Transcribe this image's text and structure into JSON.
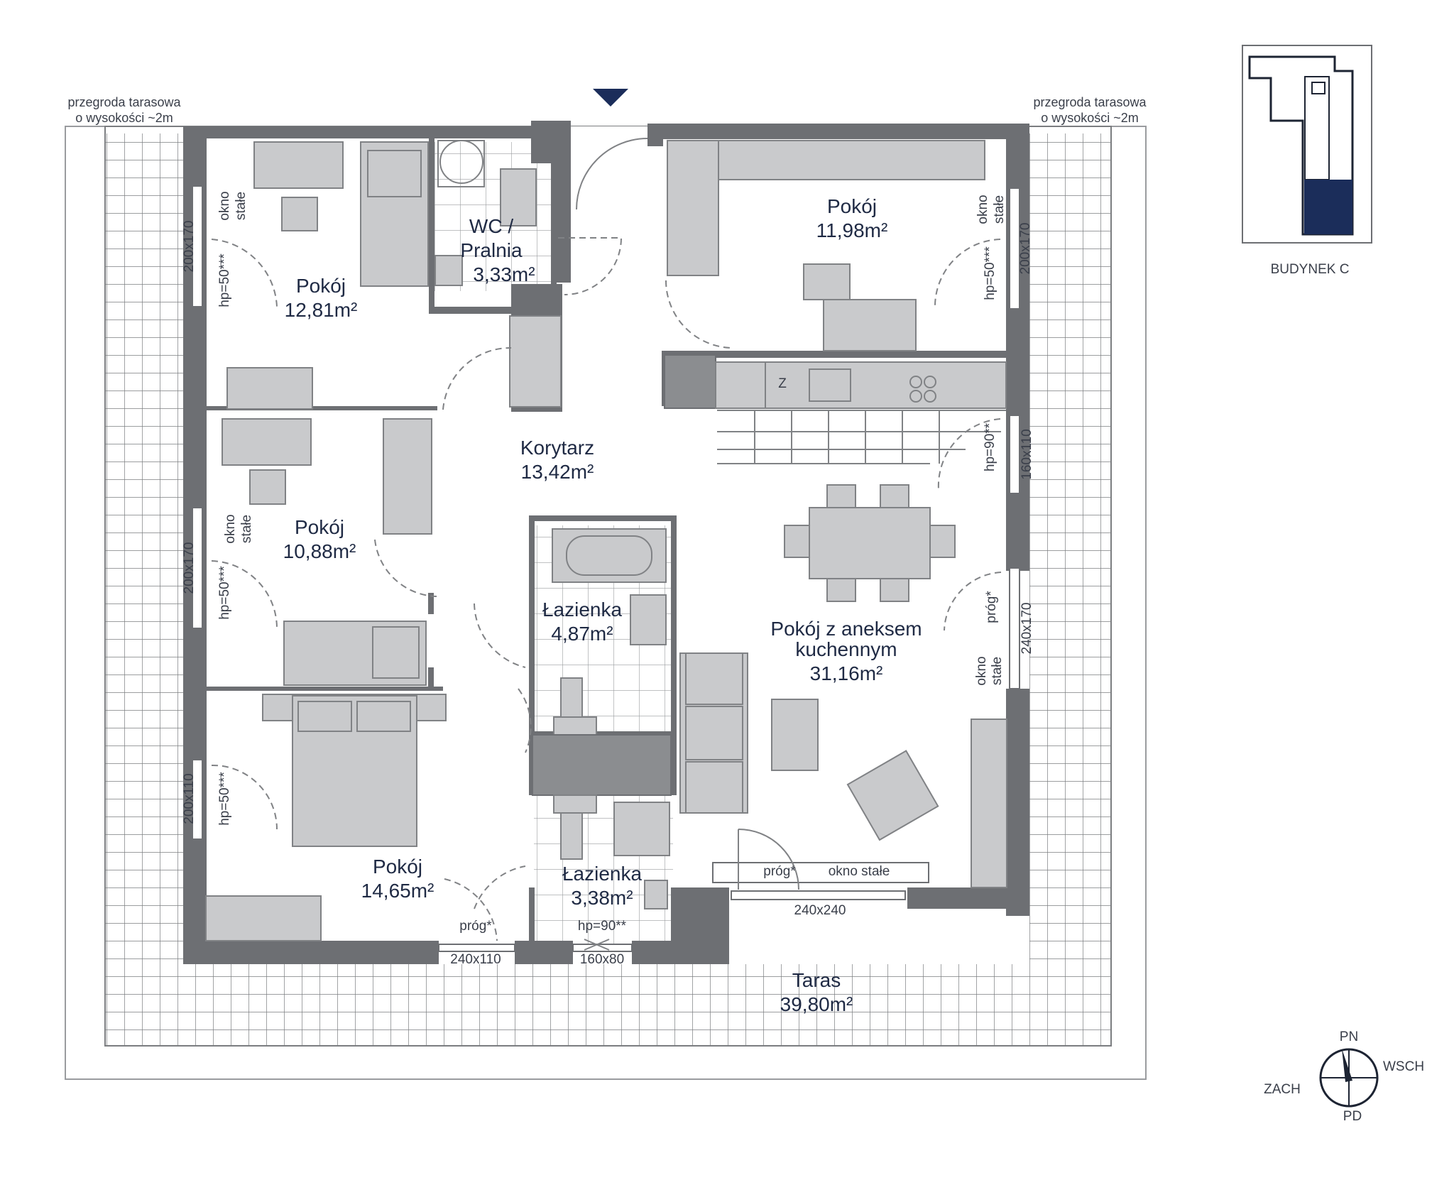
{
  "rooms": [
    {
      "name": "Pokój",
      "area": "12,81m²"
    },
    {
      "name": "WC / Pralnia",
      "area": "3,33m²"
    },
    {
      "name": "Pokój",
      "area": "11,98m²"
    },
    {
      "name": "Korytarz",
      "area": "13,42m²"
    },
    {
      "name": "Pokój",
      "area": "10,88m²"
    },
    {
      "name": "Łazienka",
      "area": "4,87m²"
    },
    {
      "name": "Pokój z aneksem kuchennym",
      "area": "31,16m²"
    },
    {
      "name": "Pokój",
      "area": "14,65m²"
    },
    {
      "name": "Łazienka",
      "area": "3,38m²"
    },
    {
      "name": "Taras",
      "area": "39,80m²"
    }
  ],
  "wc_label_lines": [
    "WC /",
    "Pralnia"
  ],
  "kitchen_label_lines": [
    "Pokój z aneksem",
    "kuchennym"
  ],
  "partition_note": {
    "line1": "przegroda tarasowa",
    "line2": "o wysokości ~2m"
  },
  "window_notes": {
    "fixed_line1": "okno",
    "fixed_line2": "stałe",
    "fixed_inline": "okno stałe",
    "hp50": "hp=50***",
    "hp90": "hp=90**",
    "threshold": "próg*"
  },
  "dimensions": {
    "d200x170": "200x170",
    "d200x110": "200x110",
    "d160x110": "160x110",
    "d240x170": "240x170",
    "d240x110": "240x110",
    "d160x80": "160x80",
    "d240x240": "240x240"
  },
  "fridge_label": "Z",
  "building_label": "BUDYNEK C",
  "compass": {
    "n": "PN",
    "e": "WSCH",
    "s": "PD",
    "w": "ZACH"
  },
  "colors": {
    "wall": "#6d6f73",
    "highlight": "#1b2d5a",
    "text": "#1f2a44"
  }
}
